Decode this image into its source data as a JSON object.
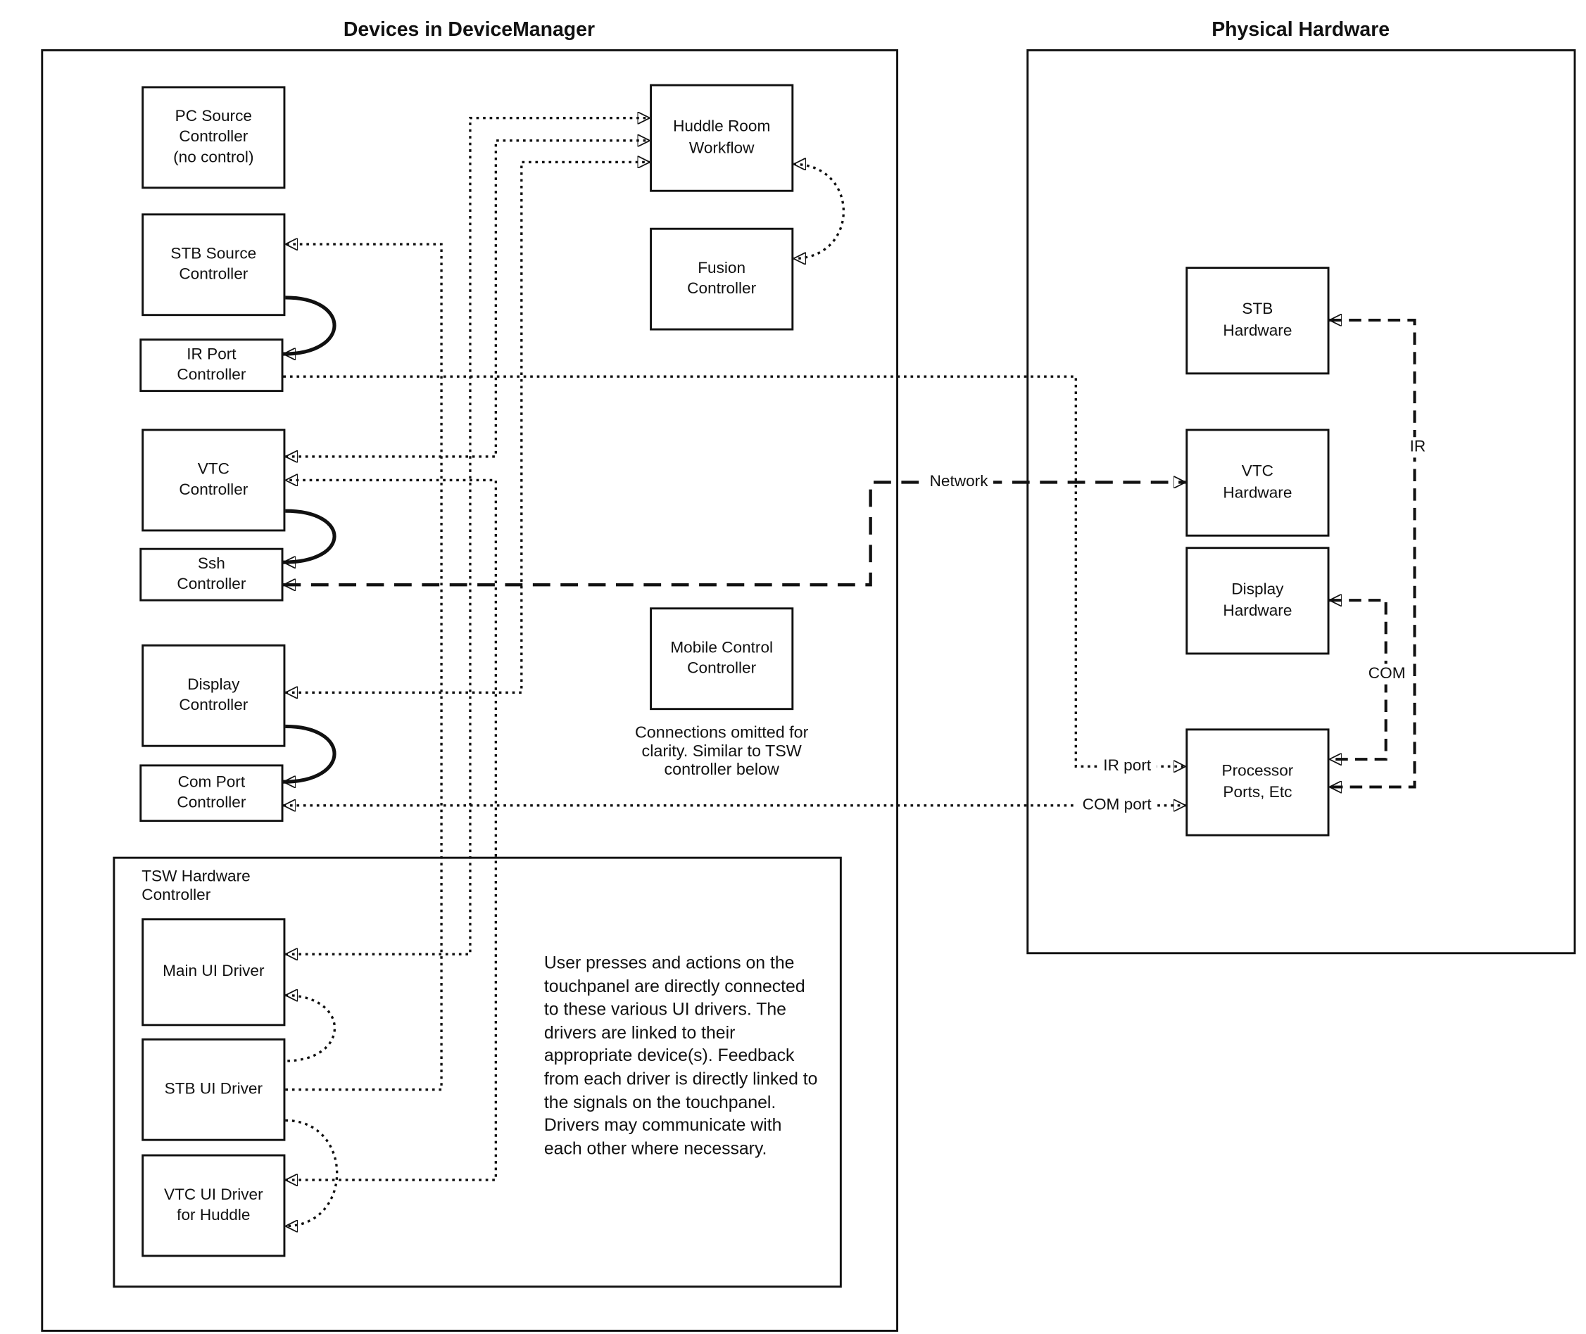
{
  "titles": {
    "left": "Devices in DeviceManager",
    "right": "Physical Hardware"
  },
  "nodes": {
    "pc_source": "PC Source\nController\n(no control)",
    "stb_source": "STB Source\nController",
    "ir_port": "IR Port\nController",
    "vtc": "VTC\nController",
    "ssh": "Ssh\nController",
    "display": "Display\nController",
    "com_port": "Com Port\nController",
    "huddle": "Huddle Room\nWorkflow",
    "fusion": "Fusion\nController",
    "mobile": "Mobile Control\nController",
    "mobile_note": "Connections omitted for\nclarity. Similar to TSW\ncontroller below",
    "tsw_label": "TSW Hardware\nController",
    "main_ui": "Main UI Driver",
    "stb_ui": "STB UI Driver",
    "vtc_ui": "VTC UI Driver\nfor Huddle",
    "stb_hw": "STB\nHardware",
    "vtc_hw": "VTC\nHardware",
    "display_hw": "Display\nHardware",
    "proc_ports": "Processor\nPorts, Etc",
    "tsw_paragraph": "User presses and actions on the touchpanel are directly connected to these various UI drivers.  The drivers are linked to their appropriate device(s). Feedback from each driver is directly linked to the signals on the touchpanel. Drivers may communicate with each other where necessary."
  },
  "connector_labels": {
    "network": "Network",
    "ir": "IR",
    "com": "COM",
    "ir_port": "IR port",
    "com_port": "COM port"
  }
}
